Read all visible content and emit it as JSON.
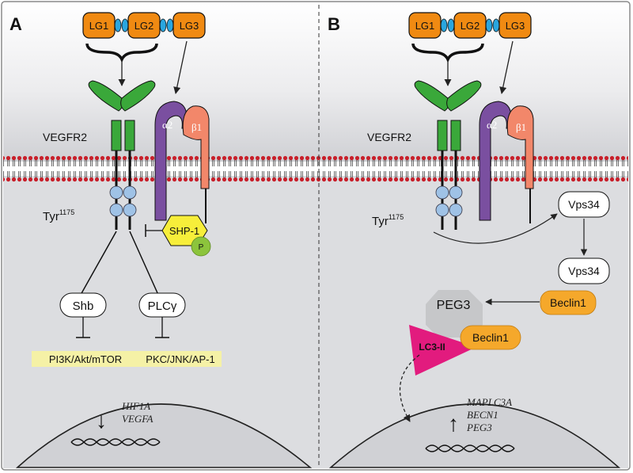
{
  "panel_a": {
    "letter": "A",
    "ligands": [
      "LG1",
      "LG2",
      "LG3"
    ],
    "receptor": "VEGFR2",
    "integrin_alpha": "α2",
    "integrin_beta": "β1",
    "tyr": "Tyr",
    "tyr_sup": "1175",
    "shp1": "SHP-1",
    "phospho": "P",
    "shb": "Shb",
    "plc": "PLCγ",
    "pathway_left": "PI3K/Akt/mTOR",
    "pathway_right": "PKC/JNK/AP-1",
    "genes": [
      "HIF1A",
      "VEGFA"
    ],
    "arrow_symbol": "↓"
  },
  "panel_b": {
    "letter": "B",
    "ligands": [
      "LG1",
      "LG2",
      "LG3"
    ],
    "receptor": "VEGFR2",
    "integrin_alpha": "α2",
    "integrin_beta": "β1",
    "tyr": "Tyr",
    "tyr_sup": "1175",
    "vps34_top": "Vps34",
    "vps34_mid": "Vps34",
    "beclin_right": "Beclin1",
    "peg3": "PEG3",
    "beclin_complex": "Beclin1",
    "lc3": "LC3-II",
    "genes": [
      "MAPLC3A",
      "BECN1",
      "PEG3"
    ],
    "arrow_symbol": "↑"
  },
  "colors": {
    "ligand": "#f08a12",
    "linker": "#2aa6df",
    "vegfr2": "#3aa83a",
    "alpha2": "#7a4fa0",
    "beta1": "#f2876a",
    "shp1": "#f7ee3a",
    "phospho": "#8cc43c",
    "beclin": "#f5a82b",
    "lc3": "#e21b7e",
    "pathway_bg": "#f5f1a6",
    "membrane_head": "#c8202b",
    "cytoplasm": "#dcdde0"
  }
}
